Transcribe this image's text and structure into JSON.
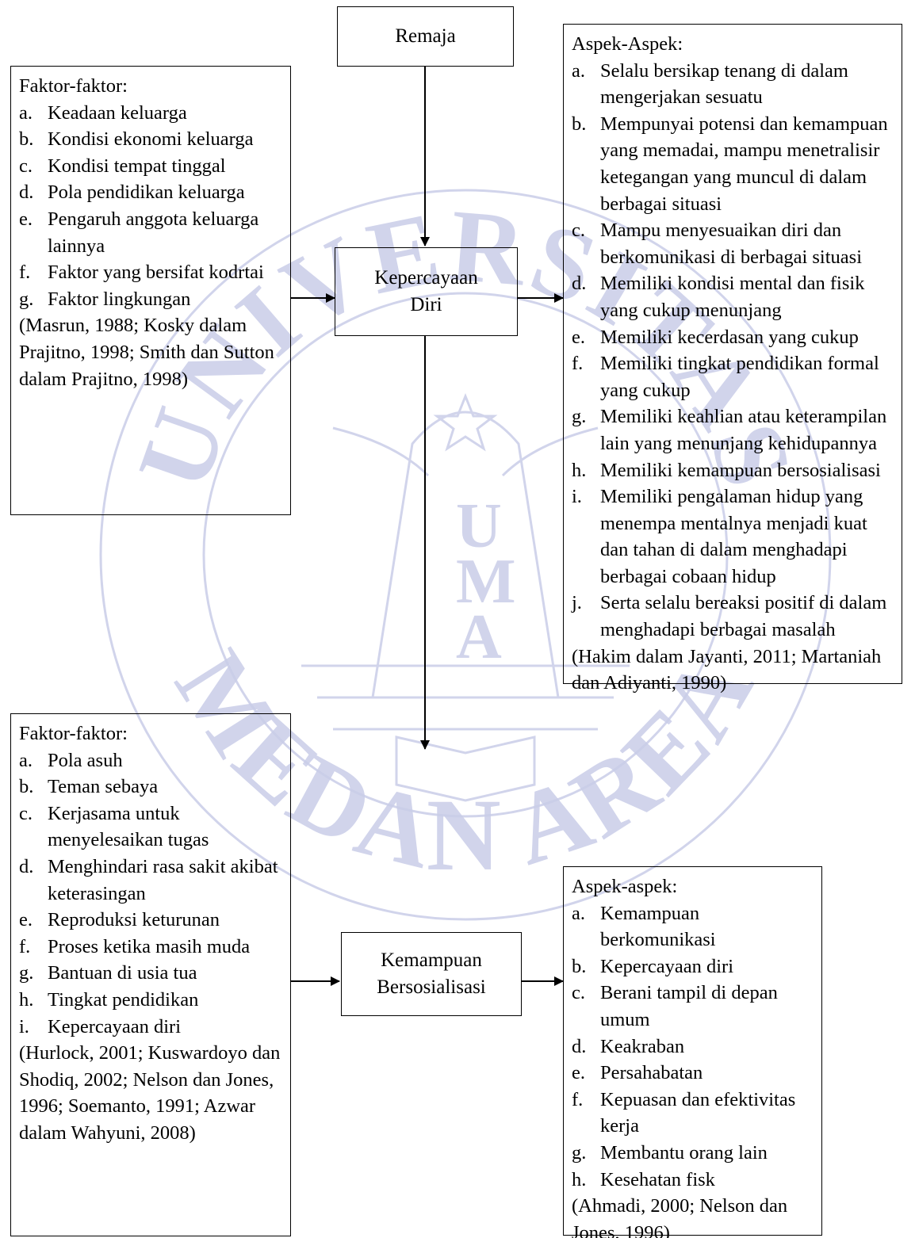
{
  "nodes": {
    "remaja": {
      "text": "Remaja"
    },
    "kepercayaan": {
      "line1": "Kepercayaan",
      "line2": "Diri"
    },
    "kemampuan": {
      "line1": "Kemampuan",
      "line2": "Bersosialisasi"
    }
  },
  "factors_confidence": {
    "heading": "Faktor-faktor:",
    "items": [
      {
        "label": "a.",
        "text": "Keadaan keluarga"
      },
      {
        "label": "b.",
        "text": "Kondisi ekonomi keluarga"
      },
      {
        "label": "c.",
        "text": "Kondisi tempat tinggal"
      },
      {
        "label": "d.",
        "text": "Pola pendidikan keluarga"
      },
      {
        "label": "e.",
        "text": "Pengaruh anggota keluarga lainnya"
      },
      {
        "label": "f.",
        "text": "Faktor yang bersifat kodrtai"
      },
      {
        "label": "g.",
        "text": "Faktor lingkungan"
      }
    ],
    "reference": "(Masrun, 1988; Kosky dalam Prajitno, 1998; Smith dan Sutton dalam Prajitno, 1998)"
  },
  "aspects_confidence": {
    "heading": "Aspek-Aspek:",
    "items": [
      {
        "label": "a.",
        "text": "Selalu bersikap tenang di dalam mengerjakan sesuatu"
      },
      {
        "label": "b.",
        "text": "Mempunyai potensi dan kemampuan yang memadai, mampu menetralisir ketegangan yang muncul di dalam berbagai situasi"
      },
      {
        "label": "c.",
        "text": "Mampu menyesuaikan diri dan berkomunikasi di berbagai situasi"
      },
      {
        "label": "d.",
        "text": "Memiliki kondisi mental dan fisik yang cukup menunjang"
      },
      {
        "label": "e.",
        "text": "Memiliki kecerdasan yang cukup"
      },
      {
        "label": "f.",
        "text": "Memiliki tingkat pendidikan formal yang cukup"
      },
      {
        "label": "g.",
        "text": "Memiliki keahlian atau keterampilan lain yang menunjang kehidupannya"
      },
      {
        "label": "h.",
        "text": "Memiliki kemampuan bersosialisasi"
      },
      {
        "label": "i.",
        "text": "Memiliki pengalaman hidup yang menempa mentalnya menjadi kuat dan tahan di dalam menghadapi berbagai cobaan hidup"
      },
      {
        "label": "j.",
        "text": "Serta selalu bereaksi positif di dalam menghadapi berbagai masalah"
      }
    ],
    "reference": "(Hakim dalam Jayanti, 2011; Martaniah dan Adiyanti, 1990)"
  },
  "factors_social": {
    "heading": "Faktor-faktor:",
    "items": [
      {
        "label": "a.",
        "text": "Pola asuh"
      },
      {
        "label": "b.",
        "text": "Teman sebaya"
      },
      {
        "label": "c.",
        "text": "Kerjasama untuk menyelesaikan tugas"
      },
      {
        "label": "d.",
        "text": "Menghindari rasa sakit akibat keterasingan"
      },
      {
        "label": "e.",
        "text": "Reproduksi keturunan"
      },
      {
        "label": "f.",
        "text": "Proses ketika masih muda"
      },
      {
        "label": "g.",
        "text": "Bantuan di usia tua"
      },
      {
        "label": "h.",
        "text": "Tingkat pendidikan"
      },
      {
        "label": "i.",
        "text": "Kepercayaan diri"
      }
    ],
    "reference": "(Hurlock, 2001; Kuswardoyo dan Shodiq, 2002; Nelson dan Jones, 1996; Soemanto, 1991; Azwar dalam Wahyuni, 2008)"
  },
  "aspects_social": {
    "heading": "Aspek-aspek:",
    "items": [
      {
        "label": "a.",
        "text": "Kemampuan berkomunikasi"
      },
      {
        "label": "b.",
        "text": "Kepercayaan diri"
      },
      {
        "label": "c.",
        "text": "Berani tampil di depan umum"
      },
      {
        "label": "d.",
        "text": "Keakraban"
      },
      {
        "label": "e.",
        "text": "Persahabatan"
      },
      {
        "label": "f.",
        "text": "Kepuasan dan efektivitas kerja"
      },
      {
        "label": "g.",
        "text": "Membantu orang lain"
      },
      {
        "label": "h.",
        "text": "Kesehatan fisk"
      }
    ],
    "reference": "(Ahmadi, 2000; Nelson dan Jones, 1996)"
  },
  "watermark": {
    "top_text": "UNIVERSITAS",
    "bottom_text": "MEDAN AREA",
    "letters": [
      "U",
      "M",
      "A"
    ],
    "color": "#c9cde8"
  }
}
